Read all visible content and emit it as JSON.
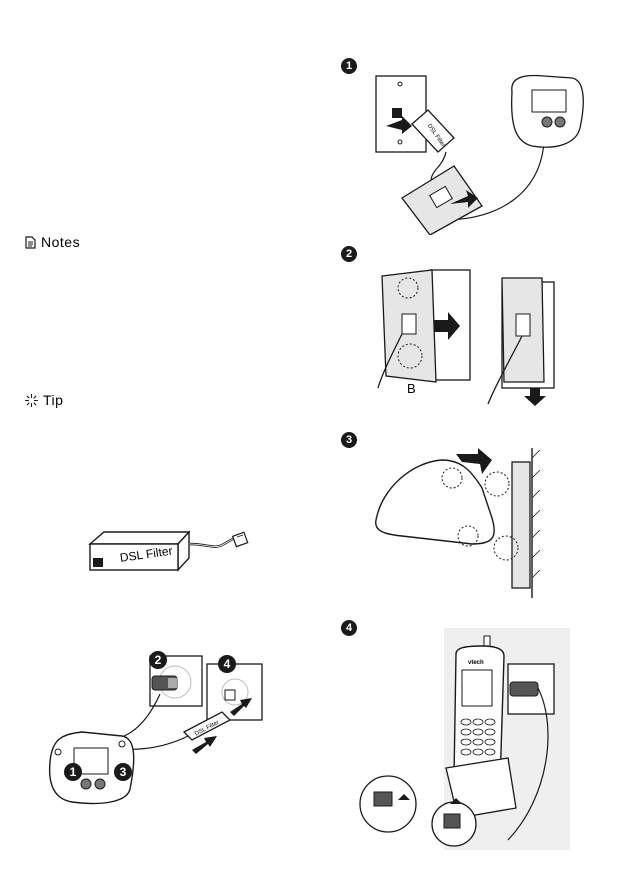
{
  "left_column": {
    "notes_heading": "Notes",
    "tip_heading": "Tip",
    "dsl_filter_label": "DSL Filter",
    "diagram_callouts": [
      "1",
      "2",
      "3",
      "4"
    ],
    "small_filter_label": "DSL Filter"
  },
  "right_column": {
    "step_badges": [
      "1",
      "2",
      "3",
      "4"
    ],
    "step2_label": "B",
    "step1_filter_label": "DSL Filter",
    "handset_brand": "vtech"
  },
  "icons": [
    "document-icon",
    "sparkle-icon"
  ],
  "colors": {
    "ink": "#1a1a1a",
    "light_gray": "#e6e6e6",
    "mid_gray": "#9a9a9a",
    "panel_bg": "#efefef"
  }
}
